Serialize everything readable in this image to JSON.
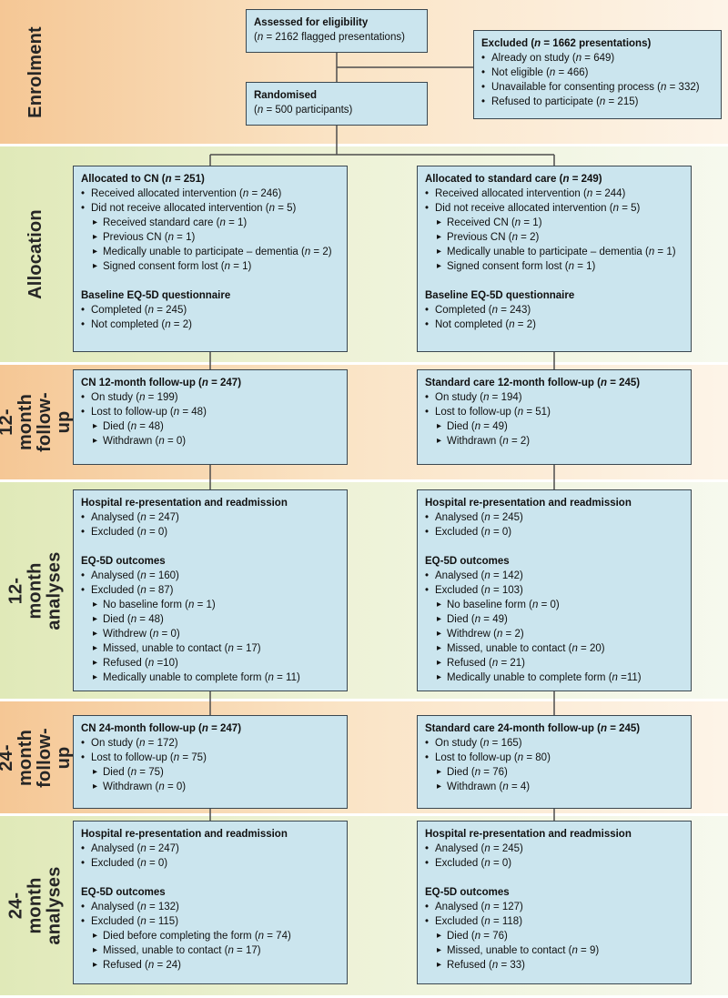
{
  "title": "CONSORT participant flow diagram",
  "colors": {
    "box_fill": "#cbe5ee",
    "box_border": "#3a4750",
    "connector": "#4d4d4d",
    "band_orange_left": "#f5c795",
    "band_orange_right": "#fdf4e8",
    "band_green_left": "#e0e9b8",
    "band_green_right": "#f6f9ee",
    "label_text": "#262626"
  },
  "markers": {
    "1": "•",
    "2": "▸"
  },
  "sections": [
    {
      "label": "Enrolment"
    },
    {
      "label": "Allocation"
    },
    {
      "label": "12-month\nfollow-up"
    },
    {
      "label": "12-month\nanalyses"
    },
    {
      "label": "24-month\nfollow-up"
    },
    {
      "label": "24-month\nanalyses"
    }
  ],
  "boxes": {
    "assessed": {
      "title": "Assessed for eligibility",
      "lines": [
        {
          "m": 0,
          "t": "(n = 2162 flagged presentations)"
        }
      ]
    },
    "excluded": {
      "title": "Excluded (n = 1662 presentations)",
      "lines": [
        {
          "m": 1,
          "t": "Already on study (n = 649)"
        },
        {
          "m": 1,
          "t": "Not eligible (n = 466)"
        },
        {
          "m": 1,
          "t": "Unavailable for consenting process (n = 332)"
        },
        {
          "m": 1,
          "t": "Refused to participate (n = 215)"
        }
      ]
    },
    "randomised": {
      "title": "Randomised",
      "lines": [
        {
          "m": 0,
          "t": "(n = 500 participants)"
        }
      ]
    },
    "alloc_cn": {
      "title": "Allocated to CN (n = 251)",
      "lines": [
        {
          "m": 1,
          "t": "Received allocated intervention (n = 246)"
        },
        {
          "m": 1,
          "t": "Did not receive allocated intervention (n = 5)"
        },
        {
          "m": 2,
          "t": "Received standard care (n = 1)"
        },
        {
          "m": 2,
          "t": "Previous CN (n = 1)"
        },
        {
          "m": 2,
          "t": "Medically unable to participate – dementia (n = 2)"
        },
        {
          "m": 2,
          "t": "Signed consent form lost (n = 1)"
        },
        {
          "m": 0,
          "t": "Baseline EQ-5D questionnaire",
          "bold": true,
          "gap": true
        },
        {
          "m": 1,
          "t": "Completed (n = 245)"
        },
        {
          "m": 1,
          "t": "Not completed (n = 2)"
        }
      ]
    },
    "alloc_sc": {
      "title": "Allocated to standard care (n = 249)",
      "lines": [
        {
          "m": 1,
          "t": "Received allocated intervention (n = 244)"
        },
        {
          "m": 1,
          "t": "Did not receive allocated intervention (n = 5)"
        },
        {
          "m": 2,
          "t": "Received CN (n = 1)"
        },
        {
          "m": 2,
          "t": "Previous CN (n = 2)"
        },
        {
          "m": 2,
          "t": "Medically unable to participate – dementia (n = 1)"
        },
        {
          "m": 2,
          "t": "Signed consent form lost (n = 1)"
        },
        {
          "m": 0,
          "t": "Baseline EQ-5D questionnaire",
          "bold": true,
          "gap": true
        },
        {
          "m": 1,
          "t": "Completed (n = 243)"
        },
        {
          "m": 1,
          "t": "Not completed (n = 2)"
        }
      ]
    },
    "fu12_cn": {
      "title": "CN 12-month follow-up (n = 247)",
      "lines": [
        {
          "m": 1,
          "t": "On study (n = 199)"
        },
        {
          "m": 1,
          "t": "Lost to follow-up (n = 48)"
        },
        {
          "m": 2,
          "t": "Died (n = 48)"
        },
        {
          "m": 2,
          "t": "Withdrawn (n = 0)"
        }
      ]
    },
    "fu12_sc": {
      "title": "Standard care 12-month follow-up (n = 245)",
      "lines": [
        {
          "m": 1,
          "t": "On study (n = 194)"
        },
        {
          "m": 1,
          "t": "Lost to follow-up (n = 51)"
        },
        {
          "m": 2,
          "t": "Died (n = 49)"
        },
        {
          "m": 2,
          "t": "Withdrawn (n = 2)"
        }
      ]
    },
    "an12_cn": {
      "title": "Hospital re-presentation and readmission",
      "lines": [
        {
          "m": 1,
          "t": "Analysed (n = 247)"
        },
        {
          "m": 1,
          "t": "Excluded (n = 0)"
        },
        {
          "m": 0,
          "t": "EQ-5D outcomes",
          "bold": true,
          "gap": true
        },
        {
          "m": 1,
          "t": "Analysed (n = 160)"
        },
        {
          "m": 1,
          "t": "Excluded (n = 87)"
        },
        {
          "m": 2,
          "t": "No baseline form (n = 1)"
        },
        {
          "m": 2,
          "t": "Died (n = 48)"
        },
        {
          "m": 2,
          "t": "Withdrew (n = 0)"
        },
        {
          "m": 2,
          "t": "Missed, unable to contact (n = 17)"
        },
        {
          "m": 2,
          "t": "Refused (n =10)"
        },
        {
          "m": 2,
          "t": "Medically unable to complete form (n = 11)"
        }
      ]
    },
    "an12_sc": {
      "title": "Hospital re-presentation and readmission",
      "lines": [
        {
          "m": 1,
          "t": "Analysed (n = 245)"
        },
        {
          "m": 1,
          "t": "Excluded (n = 0)"
        },
        {
          "m": 0,
          "t": "EQ-5D outcomes",
          "bold": true,
          "gap": true
        },
        {
          "m": 1,
          "t": "Analysed (n = 142)"
        },
        {
          "m": 1,
          "t": "Excluded (n = 103)"
        },
        {
          "m": 2,
          "t": "No baseline form (n = 0)"
        },
        {
          "m": 2,
          "t": "Died (n = 49)"
        },
        {
          "m": 2,
          "t": "Withdrew (n = 2)"
        },
        {
          "m": 2,
          "t": "Missed, unable to contact (n = 20)"
        },
        {
          "m": 2,
          "t": "Refused (n = 21)"
        },
        {
          "m": 2,
          "t": "Medically unable to complete form (n =11)"
        }
      ]
    },
    "fu24_cn": {
      "title": "CN 24-month follow-up (n = 247)",
      "lines": [
        {
          "m": 1,
          "t": "On study (n = 172)"
        },
        {
          "m": 1,
          "t": "Lost to follow-up (n = 75)"
        },
        {
          "m": 2,
          "t": "Died (n = 75)"
        },
        {
          "m": 2,
          "t": "Withdrawn (n = 0)"
        }
      ]
    },
    "fu24_sc": {
      "title": "Standard care 24-month follow-up (n = 245)",
      "lines": [
        {
          "m": 1,
          "t": "On study (n = 165)"
        },
        {
          "m": 1,
          "t": "Lost to follow-up (n = 80)"
        },
        {
          "m": 2,
          "t": "Died (n = 76)"
        },
        {
          "m": 2,
          "t": "Withdrawn (n = 4)"
        }
      ]
    },
    "an24_cn": {
      "title": "Hospital re-presentation and readmission",
      "lines": [
        {
          "m": 1,
          "t": "Analysed (n = 247)"
        },
        {
          "m": 1,
          "t": "Excluded (n = 0)"
        },
        {
          "m": 0,
          "t": "EQ-5D outcomes",
          "bold": true,
          "gap": true
        },
        {
          "m": 1,
          "t": "Analysed (n = 132)"
        },
        {
          "m": 1,
          "t": "Excluded (n = 115)"
        },
        {
          "m": 2,
          "t": "Died before completing the form (n = 74)"
        },
        {
          "m": 2,
          "t": "Missed, unable to contact (n = 17)"
        },
        {
          "m": 2,
          "t": "Refused (n = 24)"
        }
      ]
    },
    "an24_sc": {
      "title": "Hospital re-presentation and readmission",
      "lines": [
        {
          "m": 1,
          "t": "Analysed (n = 245)"
        },
        {
          "m": 1,
          "t": "Excluded (n = 0)"
        },
        {
          "m": 0,
          "t": "EQ-5D outcomes",
          "bold": true,
          "gap": true
        },
        {
          "m": 1,
          "t": "Analysed (n = 127)"
        },
        {
          "m": 1,
          "t": "Excluded (n = 118)"
        },
        {
          "m": 2,
          "t": "Died (n = 76)"
        },
        {
          "m": 2,
          "t": "Missed, unable to contact (n = 9)"
        },
        {
          "m": 2,
          "t": "Refused (n = 33)"
        }
      ]
    }
  }
}
